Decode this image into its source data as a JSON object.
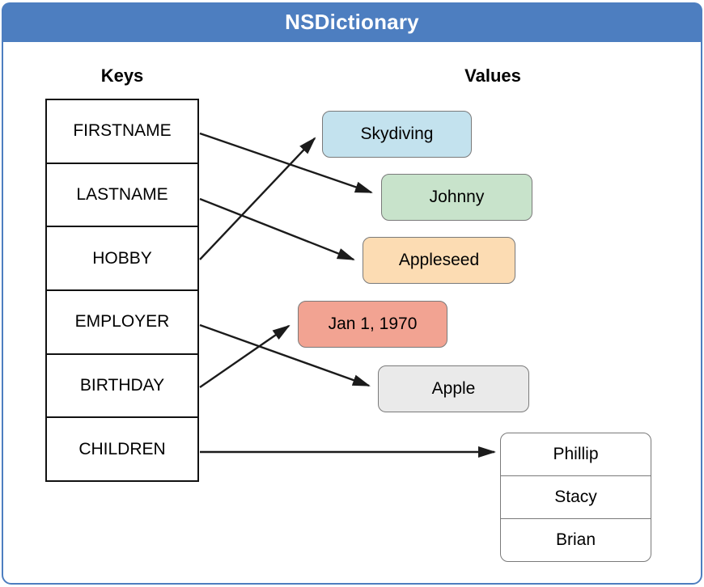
{
  "header": {
    "title": "NSDictionary"
  },
  "column_headings": {
    "keys": "Keys",
    "values": "Values"
  },
  "keys": [
    "FIRSTNAME",
    "LASTNAME",
    "HOBBY",
    "EMPLOYER",
    "BIRTHDAY",
    "CHILDREN"
  ],
  "values": [
    {
      "label": "Skydiving",
      "color": "#c3e2ee"
    },
    {
      "label": "Johnny",
      "color": "#c8e3cb"
    },
    {
      "label": "Appleseed",
      "color": "#fcdcb3"
    },
    {
      "label": "Jan 1, 1970",
      "color": "#f2a392"
    },
    {
      "label": "Apple",
      "color": "#eaeaea"
    }
  ],
  "children_values": [
    "Phillip",
    "Stacy",
    "Brian"
  ],
  "mappings": [
    {
      "key": "FIRSTNAME",
      "value": "Johnny"
    },
    {
      "key": "LASTNAME",
      "value": "Appleseed"
    },
    {
      "key": "HOBBY",
      "value": "Skydiving"
    },
    {
      "key": "EMPLOYER",
      "value": "Apple"
    },
    {
      "key": "BIRTHDAY",
      "value": "Jan 1, 1970"
    },
    {
      "key": "CHILDREN",
      "value": "Phillip, Stacy, Brian"
    }
  ],
  "colors": {
    "header_blue": "#4d7ec0",
    "frame_border": "#4d7ec0",
    "arrow": "#1b1b1b",
    "key_table_border": "#111111",
    "value_border": "#7a7a7a"
  }
}
